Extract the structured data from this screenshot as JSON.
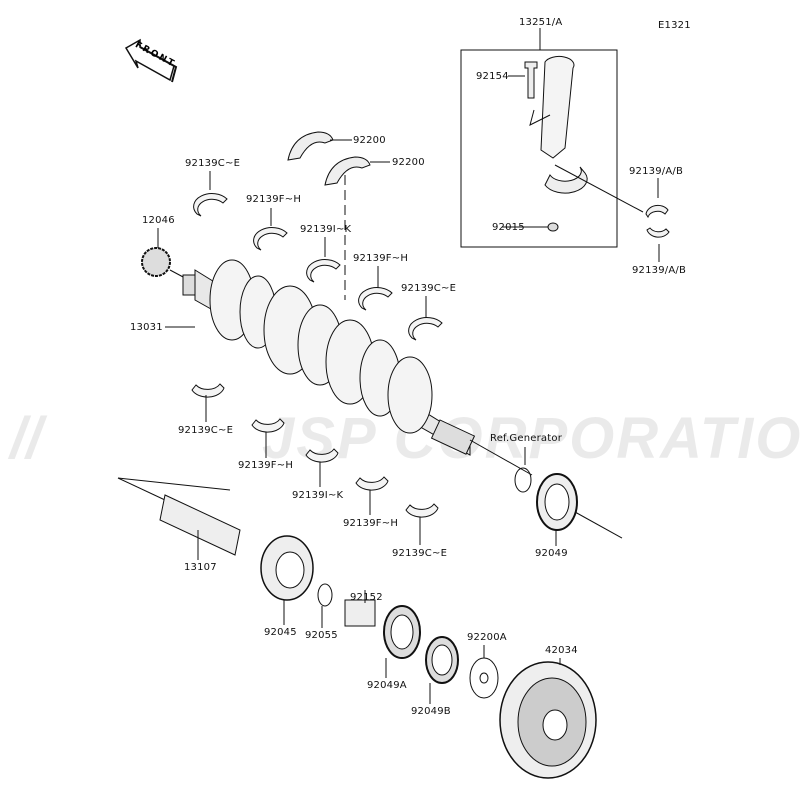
{
  "diagram_code": "E1321",
  "front_label": "FRONT",
  "watermark": "JSP CORPORATION",
  "labels": {
    "conrod_assy": "13251/A",
    "conrod_bolt": "92154",
    "conrod_nut": "92015",
    "conrod_bearing_upper": "92139/A/B",
    "conrod_bearing_lower": "92139/A/B",
    "thrust_1": "92200",
    "thrust_2": "92200",
    "main_upper_1": "92139C~E",
    "main_upper_2": "92139F~H",
    "main_upper_3": "92139I~K",
    "main_upper_4": "92139F~H",
    "main_upper_5": "92139C~E",
    "gear": "12046",
    "crankshaft": "13031",
    "main_lower_1": "92139C~E",
    "main_lower_2": "92139F~H",
    "main_lower_3": "92139I~K",
    "main_lower_4": "92139F~H",
    "main_lower_5": "92139C~E",
    "ref_generator": "Ref.Generator",
    "seal_right": "92049",
    "shaft": "13107",
    "collar": "92152",
    "bearing": "92045",
    "oring": "92055",
    "washer": "92200A",
    "pulley": "42034",
    "seal_a": "92049A",
    "seal_b": "92049B"
  }
}
